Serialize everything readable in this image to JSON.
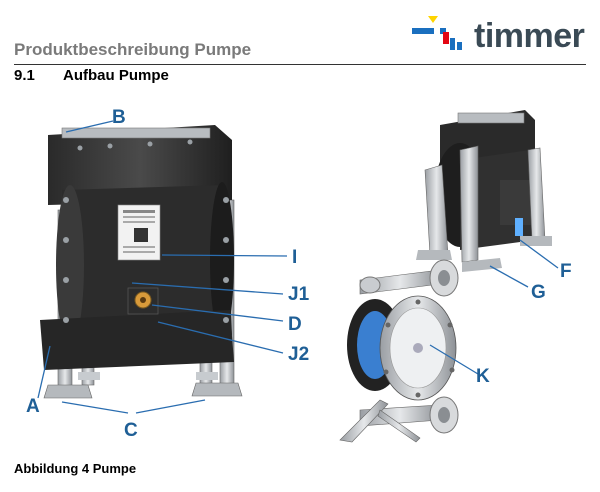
{
  "header": {
    "title": "Produktbeschreibung Pumpe",
    "brand": "timmer",
    "colors": {
      "blue": "#1a6fbf",
      "red": "#e30613",
      "yellow": "#ffd400",
      "text": "#3a4a55"
    }
  },
  "section": {
    "number": "9.1",
    "title": "Aufbau Pumpe"
  },
  "callouts": {
    "a": "A",
    "b": "B",
    "c": "C",
    "d": "D",
    "f": "F",
    "g": "G",
    "i": "I",
    "j1": "J1",
    "j2": "J2",
    "k": "K"
  },
  "caption": "Abbildung 4 Pumpe",
  "accent_color": "#1f5f96"
}
